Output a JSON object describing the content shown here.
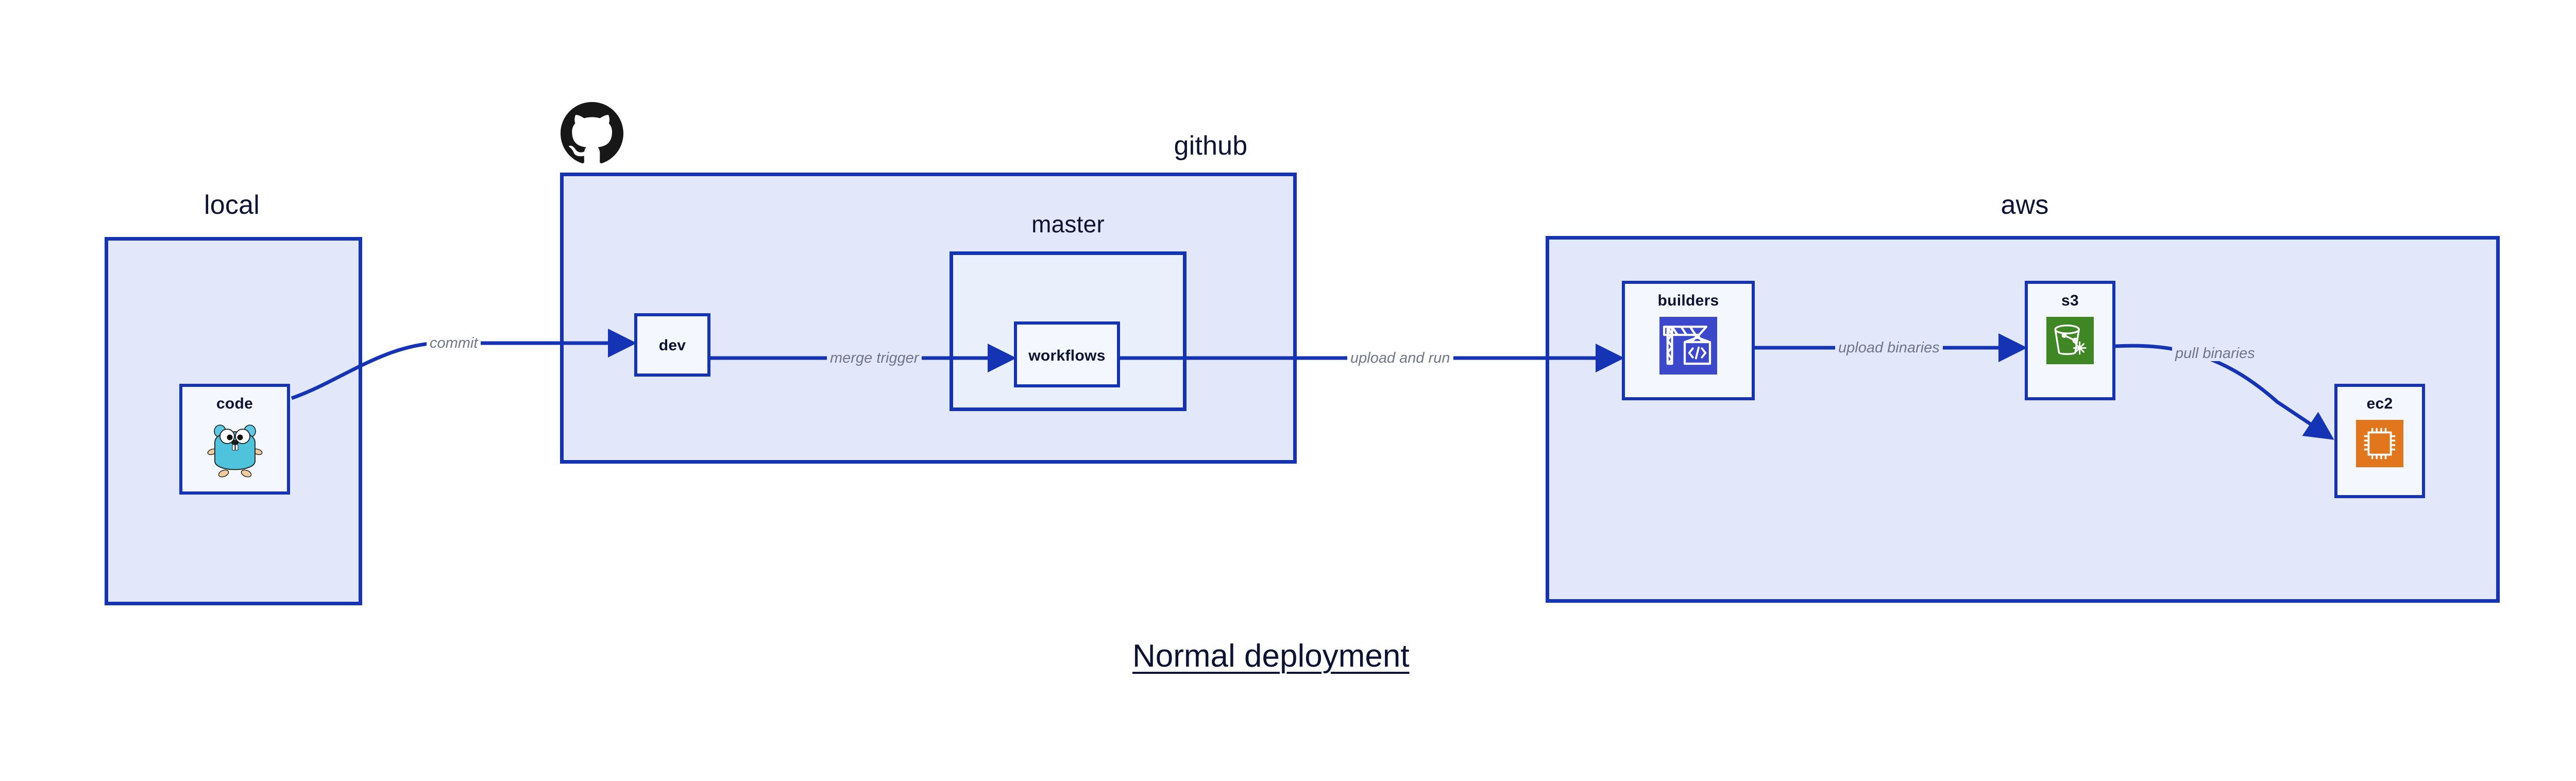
{
  "diagram": {
    "caption": "Normal deployment",
    "colors": {
      "zone_border": "#1433B5",
      "zone_fill": "#E2E7FA",
      "subzone_fill": "#EAEFFC",
      "node_fill": "#F4F7FD",
      "edge_line": "#1433B5",
      "edge_label_text": "#6E7687",
      "title_text": "#0D1333",
      "aws_builders_icon": "#3B48CC",
      "aws_s3_icon": "#3F8624",
      "aws_ec2_icon": "#E2761C",
      "go_gopher_body": "#5DC9E2",
      "github_logo": "#181717"
    },
    "zones": [
      {
        "id": "local",
        "title": "local"
      },
      {
        "id": "github",
        "title": "github"
      },
      {
        "id": "aws",
        "title": "aws"
      }
    ],
    "subzones": [
      {
        "id": "master",
        "title": "master",
        "parent": "github"
      }
    ],
    "nodes": [
      {
        "id": "code",
        "label": "code",
        "icon": "go-gopher-icon",
        "zone": "local"
      },
      {
        "id": "dev",
        "label": "dev",
        "icon": "none",
        "zone": "github"
      },
      {
        "id": "workflows",
        "label": "workflows",
        "icon": "none",
        "zone": "master"
      },
      {
        "id": "builders",
        "label": "builders",
        "icon": "aws-codebuild-icon",
        "zone": "aws"
      },
      {
        "id": "s3",
        "label": "s3",
        "icon": "aws-s3-bucket-icon",
        "zone": "aws"
      },
      {
        "id": "ec2",
        "label": "ec2",
        "icon": "aws-ec2-chip-icon",
        "zone": "aws"
      }
    ],
    "edges": [
      {
        "id": "commit",
        "label": "commit",
        "from": "code",
        "to": "dev"
      },
      {
        "id": "merge-trigger",
        "label": "merge trigger",
        "from": "dev",
        "to": "workflows"
      },
      {
        "id": "upload-and-run",
        "label": "upload and run",
        "from": "workflows",
        "to": "builders"
      },
      {
        "id": "upload-binaries",
        "label": "upload binaries",
        "from": "builders",
        "to": "s3"
      },
      {
        "id": "pull-binaries",
        "label": "pull binaries",
        "from": "s3",
        "to": "ec2"
      }
    ],
    "logos": [
      {
        "id": "github-logo",
        "name": "github-octocat-logo",
        "zone": "github"
      }
    ]
  }
}
